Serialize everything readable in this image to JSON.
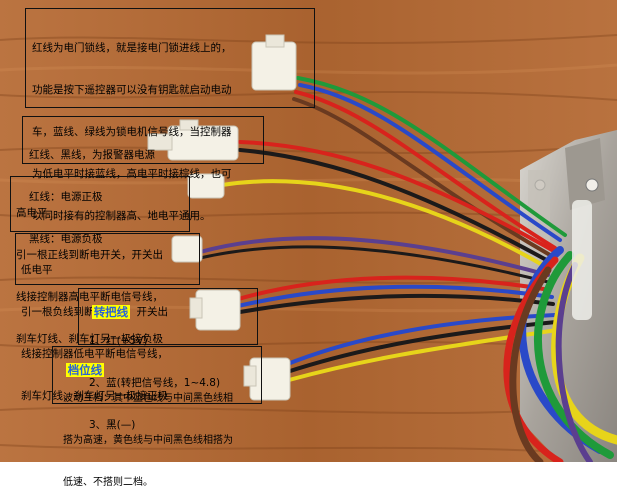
{
  "annotations": {
    "door_lock": {
      "lines": [
        "红线为电门锁线，就是接电门锁进线上的，",
        "功能是按下遥控器可以没有钥匙就启动电动",
        "车，蓝线、绿线为锁电机信号线，当控制器",
        "为低电平时接蓝线，高电平时接棕线，也可",
        "以同时接有的控制器高、地电平通用。"
      ]
    },
    "alarm": {
      "lines": [
        "红线、黑线，为报警器电源",
        "红线：电源正极",
        "黑线：电源负极"
      ]
    },
    "high_level": {
      "lines": [
        "高电平",
        "引一根正线到断电开关，开关出",
        "线接控制器高电平断电信号线，",
        "刹车灯线、刹车灯另一极接负极"
      ]
    },
    "low_level": {
      "lines": [
        "低电平",
        "引一根负线到断电开关，开关出",
        "线接控制器低电平断电信号线，",
        "刹车灯线、刹车灯另一极接正极"
      ]
    },
    "throttle": {
      "title": "转把线",
      "lines": [
        "1、红(+5V)",
        "2、蓝(转把信号线，1~4.8)",
        "3、黑(—)"
      ]
    },
    "gear": {
      "title": "档位线",
      "lines": [
        "波动三档：其中蓝色线与中间黑色线相",
        "搭为高速，黄色线与中间黑色线相搭为",
        "低速、不搭则二档。"
      ]
    }
  },
  "colors": {
    "wood_base": "#b06a38",
    "wood_dark": "#8a4a22",
    "wood_light": "#cf8c54",
    "highlight": "#ffff00",
    "title_text": "#2a63d6",
    "wire_red": "#d8231c",
    "wire_black": "#1c1a1a",
    "wire_blue": "#2a49c8",
    "wire_green": "#1f9a3a",
    "wire_yellow": "#e7d41a",
    "wire_brown": "#6a3a20",
    "wire_purple": "#5b3f8f",
    "connector": "#f4f1e6"
  },
  "icons": [
    "connector-icon",
    "controller-box-icon",
    "wire-bundle-icon"
  ]
}
